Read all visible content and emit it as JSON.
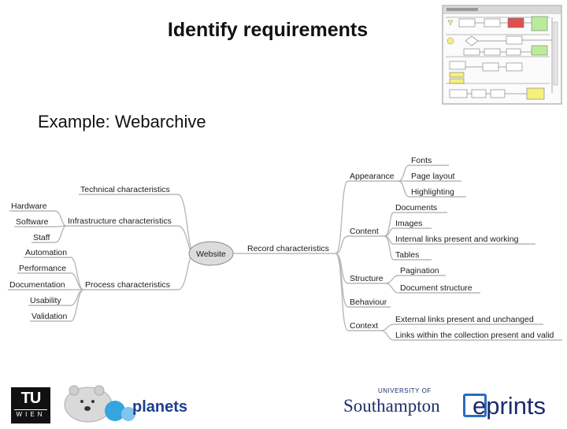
{
  "slide": {
    "title": "Identify requirements",
    "subtitle": "Example: Webarchive"
  },
  "colors": {
    "connector": "#b8b8b8",
    "central_node_fill": "#dcdcdc",
    "thumb_box_red": "#e05050",
    "thumb_box_green": "#b9ec9a",
    "thumb_box_yellow": "#f5f07a",
    "planets_blue": "#1e3f8e",
    "southampton_navy": "#1e2f6a",
    "eprints_blue": "#2a6cc0"
  },
  "mindmap": {
    "center": "Website",
    "left_groups": [
      {
        "label": "Technical characteristics",
        "items": []
      },
      {
        "label": "Infrastructure characteristics",
        "items": [
          "Hardware",
          "Software",
          "Staff"
        ]
      },
      {
        "label": "Process characteristics",
        "items": [
          "Automation",
          "Performance",
          "Documentation",
          "Usability",
          "Validation"
        ]
      }
    ],
    "right_root": "Record characteristics",
    "right_groups": [
      {
        "label": "Appearance",
        "items": [
          "Fonts",
          "Page layout",
          "Highlighting"
        ]
      },
      {
        "label": "Content",
        "items": [
          "Documents",
          "Images",
          "Internal links present and working",
          "Tables"
        ]
      },
      {
        "label": "Structure",
        "items": [
          "Pagination",
          "Document structure"
        ]
      },
      {
        "label": "Behaviour",
        "items": []
      },
      {
        "label": "Context",
        "items": [
          "External links present and unchanged",
          "Links within the collection present and valid"
        ]
      }
    ]
  },
  "logos": {
    "tu_wien": {
      "line1": "TU",
      "line2": "WIEN"
    },
    "planets": {
      "word": "planets",
      "icon": "bear-mascot-icon"
    },
    "southampton": {
      "line1": "UNIVERSITY OF",
      "line2": "Southampton"
    },
    "eprints": {
      "word": "eprints",
      "icon": "eprints-e-icon"
    }
  },
  "thumbnail": {
    "icon": "workflow-diagram-thumbnail"
  }
}
